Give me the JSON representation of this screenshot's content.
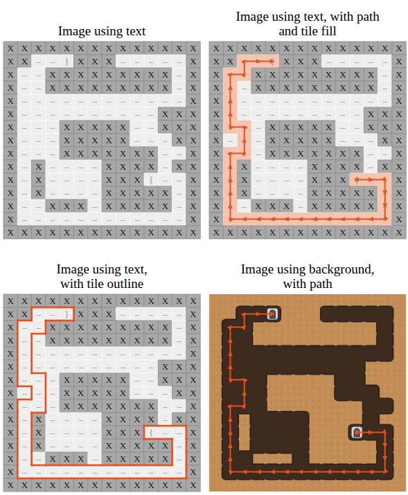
{
  "diagram": {
    "labels": [
      "Image using text",
      "Image using text, with path and tile fill",
      "X",
      "X",
      "X",
      "X",
      "X",
      "X",
      "X",
      "X",
      "X",
      "X",
      "X",
      "X",
      "X",
      "X",
      "X",
      "X",
      "–",
      "–",
      "}",
      "X",
      "X",
      "X",
      "–",
      "–",
      "–",
      "–",
      "–",
      "X",
      "X",
      "–",
      "–",
      "X",
      "X",
      "X",
      "X",
      "X",
      "X",
      "X",
      "X",
      "X",
      "–",
      "X",
      "X",
      "–",
      "–",
      "X",
      "X",
      "X",
      "X",
      "X",
      "X",
      "X",
      "X",
      "X",
      "–",
      "X",
      "X",
      "–",
      "–",
      "–",
      "–",
      "–",
      "–",
      "–",
      "–",
      "–",
      "–",
      "–",
      "–",
      "X",
      "X",
      "–",
      "–",
      "–",
      "–",
      "–",
      "–",
      "–",
      "–",
      "–",
      "–",
      "X",
      "X",
      "X",
      "X",
      "–",
      "–",
      "–",
      "X",
      "X",
      "X",
      "X",
      "X",
      "–",
      "–",
      "X",
      "X",
      "X",
      "X",
      "–",
      "–",
      "–",
      "X",
      "X",
      "X",
      "X",
      "X",
      "–",
      "–",
      "–",
      "X",
      "X",
      "X",
      "–",
      "–",
      "–",
      "X",
      "X",
      "X",
      "X",
      "X",
      "X",
      "X",
      "–",
      "–",
      "X",
      "X",
      "–",
      "X",
      "–",
      "–",
      "–",
      "–",
      "X",
      "X",
      "X",
      "X",
      "–",
      "X",
      "X",
      "X",
      "–",
      "X",
      "–",
      "–",
      "–",
      "–",
      "X",
      "X",
      "X",
      "{",
      "–",
      "–",
      "X",
      "X",
      "–",
      "X",
      "–",
      "–",
      "–",
      "–",
      "X",
      "X",
      "X",
      "X",
      "X",
      "–",
      "X",
      "X",
      "–",
      "–",
      "X",
      "X",
      "X",
      "–",
      "X",
      "X",
      "X",
      "X",
      "X",
      "–",
      "X",
      "X",
      "–",
      "–",
      "–",
      "–",
      "–",
      "–",
      "–",
      "–",
      "–",
      "–",
      "–",
      "–",
      "X",
      "X",
      "X",
      "X",
      "X",
      "X",
      "X",
      "X",
      "X",
      "X",
      "X",
      "X",
      "X",
      "X",
      "X",
      "X",
      "X",
      "X",
      "X",
      "X",
      "X",
      "X",
      "X",
      "X",
      "X",
      "X",
      "X",
      "X",
      "X",
      "X",
      "X",
      "–",
      "–",
      "}",
      "X",
      "X",
      "X",
      "–",
      "–",
      "–",
      "–",
      "–",
      "X",
      "X",
      "–",
      "–",
      "X",
      "X",
      "X",
      "X",
      "X",
      "X",
      "X",
      "X",
      "X",
      "–",
      "X",
      "X",
      "–",
      "–",
      "X",
      "X",
      "X",
      "X",
      "X",
      "X",
      "X",
      "X",
      "X",
      "–",
      "X",
      "X",
      "–",
      "–",
      "–",
      "–",
      "–",
      "–",
      "–",
      "–",
      "–",
      "–",
      "–",
      "–",
      "X",
      "X",
      "–",
      "–",
      "–",
      "–",
      "–",
      "–",
      "–",
      "–",
      "–",
      "–",
      "X",
      "X",
      "X",
      "X",
      "–",
      "–",
      "–",
      "X",
      "X",
      "X",
      "X",
      "X",
      "–",
      "–",
      "X",
      "X",
      "X",
      "X",
      "–",
      "–",
      "–",
      "X",
      "X",
      "X",
      "X",
      "X",
      "–",
      "–",
      "–",
      "X",
      "X",
      "X",
      "–",
      "–",
      "–",
      "X",
      "X",
      "X",
      "X",
      "X",
      "X",
      "X",
      "–",
      "–",
      "X",
      "X",
      "–",
      "X",
      "–",
      "–",
      "–",
      "–",
      "X",
      "X",
      "X",
      "X",
      "–",
      "X",
      "X",
      "X",
      "–",
      "X",
      "–",
      "–",
      "–",
      "–",
      "X",
      "X",
      "X",
      "{",
      "–",
      "–",
      "X",
      "X",
      "–",
      "X",
      "–",
      "–",
      "–",
      "–",
      "X",
      "X",
      "X",
      "X",
      "X",
      "–",
      "X",
      "X",
      "–",
      "–",
      "X",
      "X",
      "X",
      "–",
      "X",
      "X",
      "X",
      "X",
      "X",
      "–",
      "X",
      "X",
      "–",
      "–",
      "–",
      "–",
      "–",
      "–",
      "–",
      "–",
      "–",
      "–",
      "–",
      "–",
      "X",
      "X",
      "X",
      "X",
      "X",
      "X",
      "X",
      "X",
      "X",
      "X",
      "X",
      "X",
      "X",
      "X",
      "X",
      "Image using text, with tile outline",
      "Image using background, with path",
      "X",
      "X",
      "X",
      "X",
      "X",
      "X",
      "X",
      "X",
      "X",
      "X",
      "X",
      "X",
      "X",
      "X",
      "X",
      "X",
      "–",
      "–",
      "}",
      "X",
      "X",
      "X",
      "–",
      "–",
      "–",
      "–",
      "–",
      "X",
      "X",
      "–",
      "–",
      "X",
      "X",
      "X",
      "X",
      "X",
      "X",
      "X",
      "X",
      "X",
      "–",
      "X",
      "X",
      "–",
      "–",
      "X",
      "X",
      "X",
      "X",
      "X",
      "X",
      "X",
      "X",
      "X",
      "–",
      "X",
      "X",
      "–",
      "–",
      "–",
      "–",
      "–",
      "–",
      "–",
      "–",
      "–",
      "–",
      "–",
      "–",
      "X",
      "X",
      "–",
      "–",
      "–",
      "–",
      "–",
      "–",
      "–",
      "–",
      "–",
      "–",
      "X",
      "X",
      "X",
      "X",
      "–",
      "–",
      "–",
      "X",
      "X",
      "X",
      "X",
      "X",
      "–",
      "–",
      "X",
      "X",
      "X",
      "X",
      "–",
      "–",
      "–",
      "X",
      "X",
      "X",
      "X",
      "X",
      "–",
      "–",
      "–",
      "X",
      "X",
      "X",
      "–",
      "–",
      "–",
      "X",
      "X",
      "X",
      "X",
      "X",
      "X",
      "X",
      "–",
      "–",
      "X",
      "X",
      "–",
      "X",
      "–",
      "–",
      "–",
      "–",
      "X",
      "X",
      "X",
      "X",
      "–",
      "X",
      "X",
      "X",
      "–",
      "X",
      "–",
      "–",
      "–",
      "–",
      "X",
      "X",
      "X",
      "{",
      "–",
      "–",
      "X",
      "X",
      "–",
      "X",
      "–",
      "–",
      "–",
      "–",
      "X",
      "X",
      "X",
      "X",
      "X",
      "–",
      "X",
      "X",
      "–",
      "–",
      "X",
      "X",
      "X",
      "–",
      "X",
      "X",
      "X",
      "X",
      "X",
      "–",
      "X",
      "X",
      "–",
      "–",
      "–",
      "–",
      "–",
      "–",
      "–",
      "–",
      "–",
      "–",
      "–",
      "–",
      "X",
      "X",
      "X",
      "X",
      "X",
      "X",
      "X",
      "X",
      "X",
      "X",
      "X",
      "X",
      "X",
      "X",
      "X"
    ]
  }
}
